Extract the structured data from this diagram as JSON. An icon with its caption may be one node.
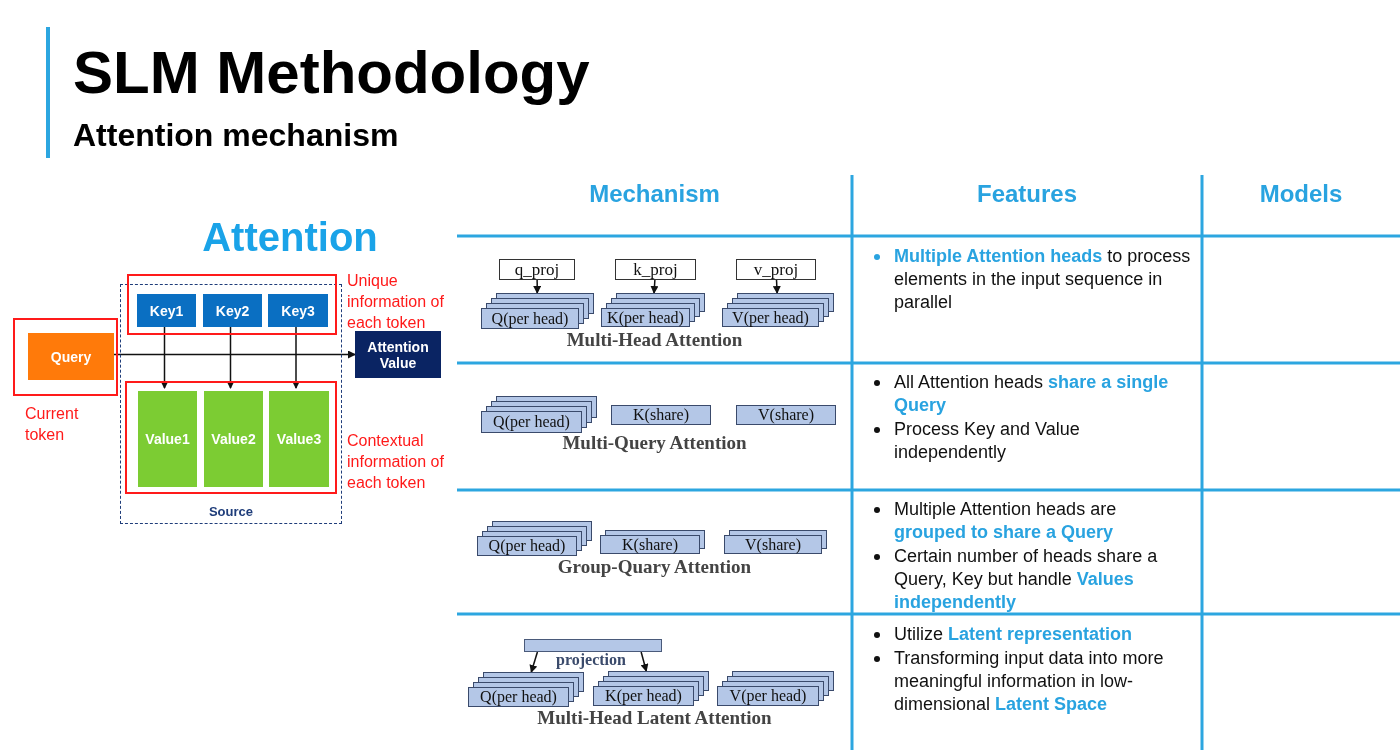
{
  "diagram": {
    "title": "SLM Methodology",
    "nodes": [
      {
        "text": [],
        "shape": "box",
        "beside": [
          "Current token"
        ]
      },
      {
        "text": [
          "Query"
        ],
        "in": 0
      },
      {
        "text": [
          "Source"
        ]
      },
      {
        "text": [],
        "shape": "box",
        "beside": [
          "Unique information of each token"
        ]
      },
      {
        "text": [
          "Key1"
        ],
        "in": 3
      },
      {
        "text": [
          "Key2"
        ],
        "in": 3
      },
      {
        "text": [
          "Key3"
        ],
        "in": 3
      },
      {
        "text": [],
        "shape": "box",
        "in": 2,
        "beside": [
          "Contextual information of each token"
        ]
      },
      {
        "text": [
          "Value1"
        ],
        "in": 7
      },
      {
        "text": [
          "Value2"
        ],
        "in": 7
      },
      {
        "text": [
          "Value3"
        ],
        "in": 7
      },
      {
        "text": [
          "Attention Value"
        ]
      },
      {
        "text": [
          "q_proj"
        ]
      },
      {
        "text": [
          "k_proj"
        ]
      },
      {
        "text": [
          "v_proj"
        ]
      },
      {
        "text": [
          "Q(per head)"
        ]
      },
      {
        "text": [
          "K(per head)"
        ]
      },
      {
        "text": [
          "V(per head)"
        ]
      },
      {
        "text": [
          "Q(per head)"
        ]
      },
      {
        "text": [
          "K(share)"
        ]
      },
      {
        "text": [
          "V(share)"
        ]
      },
      {
        "text": [
          "Q(per head)"
        ]
      },
      {
        "text": [
          "K(share)"
        ]
      },
      {
        "text": [
          "V(share)"
        ]
      },
      {
        "text": [],
        "shape": "bar",
        "beside": [
          "projection"
        ]
      },
      {
        "text": [
          "Q(per head)"
        ]
      },
      {
        "text": [
          "K(per head)"
        ]
      },
      {
        "text": [
          "V(per head)"
        ]
      }
    ],
    "edges": [
      {
        "from": 1,
        "to": 11,
        "arrow": "to"
      },
      {
        "from": 4,
        "to": 8,
        "arrow": "to"
      },
      {
        "from": 5,
        "to": 9,
        "arrow": "to"
      },
      {
        "from": 6,
        "to": 10,
        "arrow": "to"
      },
      {
        "from": 12,
        "to": 15,
        "arrow": "to"
      },
      {
        "from": 13,
        "to": 16,
        "arrow": "to"
      },
      {
        "from": 14,
        "to": 17,
        "arrow": "to"
      },
      {
        "from": 24,
        "to": 25,
        "arrow": "to"
      },
      {
        "from": 24,
        "to": 26,
        "arrow": "to"
      }
    ],
    "labels": [
      "Attention mechanism",
      "Attention",
      "Mechanism",
      "Features",
      "Models",
      "Multi-Head Attention",
      "**Multiple Attention heads** to process elements in the input sequence in parallel",
      "Multi-Query Attention",
      "All Attention heads **share a single Query**",
      "Process Key and Value independently",
      "Group-Quary Attention",
      "Multiple Attention heads are **grouped to share a Query**",
      "Certain number of heads share a Query, Key but handle **Values independently**",
      "Multi-Head Latent Attention",
      "Utilize **Latent representation**",
      "Transforming input data into more meaningful information in low-dimensional **Latent Space**"
    ]
  }
}
